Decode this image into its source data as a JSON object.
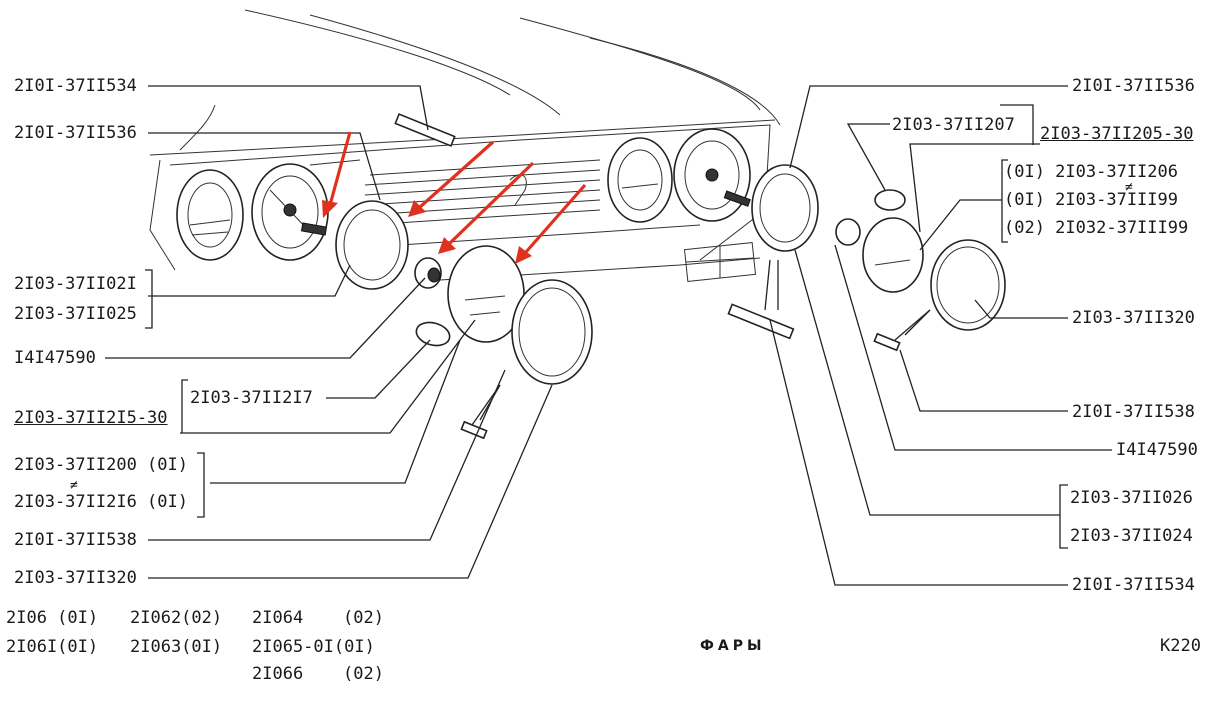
{
  "diagram": {
    "title": "ФАРЫ",
    "page_code": "K220",
    "left_labels": {
      "l1": "2I0I-37II534",
      "l2": "2I0I-37II536",
      "l3a": "2I03-37II02I",
      "l3b": "2I03-37II025",
      "l4": "I4I47590",
      "l5a": "2I03-37II2I7",
      "l5b": "2I03-37II2I5-30",
      "l6a": "2I03-37II200 (0I)",
      "l6sep": "≠",
      "l6b": "2I03-37II2I6 (0I)",
      "l7": "2I0I-37II538",
      "l8": "2I03-37II320"
    },
    "right_labels": {
      "r1": "2I0I-37II536",
      "r2": "2I03-37II207",
      "r3": "2I03-37II205-30",
      "r4a": "(0I)  2I03-37II206",
      "r4sep": "≠",
      "r4b": "(0I)  2I03-37III99",
      "r4c": "(02)  2I032-37III99",
      "r5": "2I03-37II320",
      "r6": "2I0I-37II538",
      "r7": "I4I47590",
      "r8a": "2I03-37II026",
      "r8b": "2I03-37II024",
      "r9": "2I0I-37II534"
    },
    "models": {
      "m1": "2I06 (0I)",
      "m2": "2I06I(0I)",
      "m3": "2I062(02)",
      "m4": "2I063(0I)",
      "m5": "2I064",
      "m5v": "(02)",
      "m6": "2I065-0I(0I)",
      "m7": "2I066",
      "m7v": "(02)"
    },
    "arrow_color": "#e0311f"
  }
}
